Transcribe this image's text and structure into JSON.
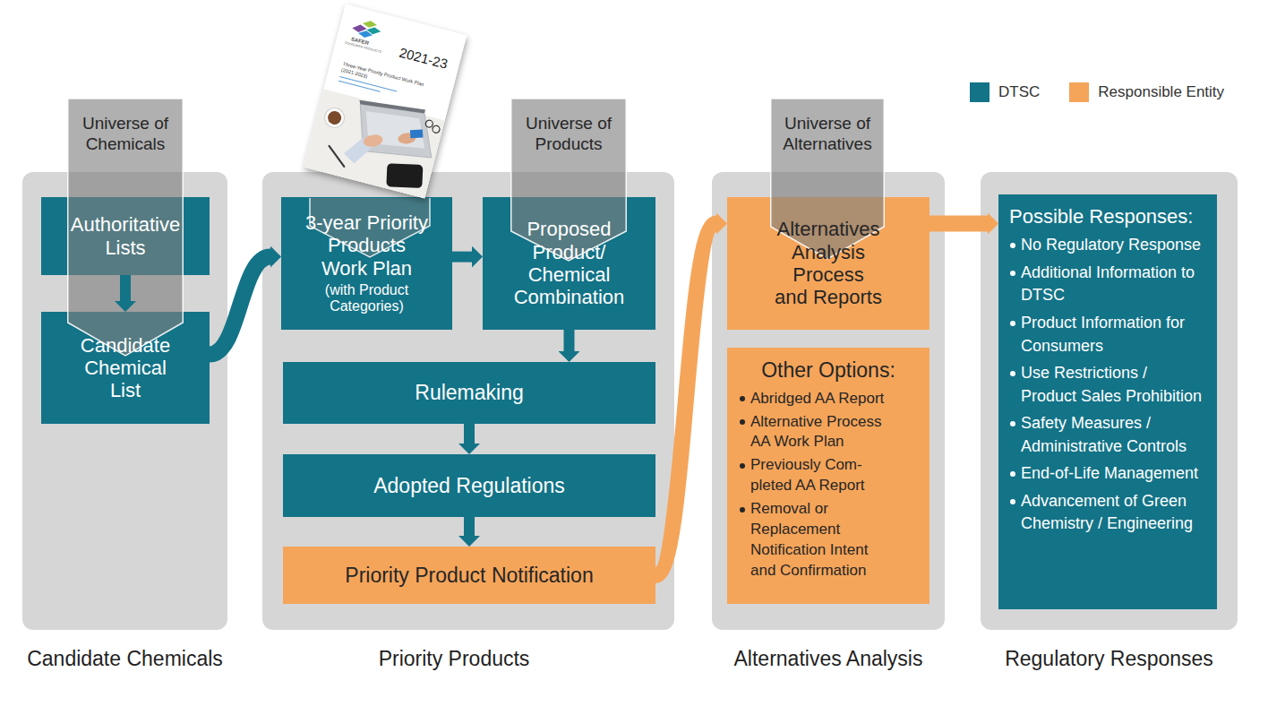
{
  "diagram": {
    "nodes": [
      {
        "text": [
          "Candidate Chemicals"
        ]
      },
      {
        "text": [
          "Universe of Chemicals"
        ]
      },
      {
        "text": [
          "Authoritative Lists"
        ],
        "in": 0
      },
      {
        "text": [
          "Candidate Chemical List"
        ],
        "in": 0
      },
      {
        "text": [
          "Priority Products"
        ]
      },
      {
        "text": [
          "3-year Priority Products Work Plan",
          "(with Product Categories)"
        ],
        "in": 4
      },
      {
        "text": [
          "Universe of Products"
        ]
      },
      {
        "text": [
          "Proposed Product/ Chemical Combination"
        ],
        "in": 4
      },
      {
        "text": [
          "Rulemaking"
        ],
        "in": 4
      },
      {
        "text": [
          "Adopted Regulations"
        ],
        "in": 4
      },
      {
        "text": [
          "Priority Product Notification"
        ],
        "in": 4
      },
      {
        "text": [
          "Alternatives Analysis"
        ]
      },
      {
        "text": [
          "Universe of Alternatives"
        ]
      },
      {
        "text": [
          "Alternatives Analysis Process and Reports"
        ],
        "in": 11
      },
      {
        "text": [
          "Other Options:",
          "Abridged AA Report",
          "Alternative Process AA Work Plan",
          "Previously Com- pleted AA Report",
          "Removal or Replacement Notification Intent and Confirmation"
        ],
        "in": 11
      },
      {
        "text": [
          "Regulatory Responses"
        ]
      },
      {
        "text": [
          "Possible Responses:",
          "No Regulatory Response",
          "Additional Information to DTSC",
          "Product Information for Consumers",
          "Use Restrictions / Product Sales Prohibition",
          "Safety Measures / Administrative Controls",
          "End-of-Life Management",
          "Advancement of Green Chemistry / Engineering"
        ],
        "in": 15
      }
    ],
    "edges": [
      {
        "from": 2,
        "to": 3,
        "arrow": "to"
      },
      {
        "from": 3,
        "to": 5,
        "arrow": "to"
      },
      {
        "from": 5,
        "to": 7,
        "arrow": "to"
      },
      {
        "from": 7,
        "to": 8,
        "arrow": "to"
      },
      {
        "from": 8,
        "to": 9,
        "arrow": "to"
      },
      {
        "from": 9,
        "to": 10,
        "arrow": "to"
      },
      {
        "from": 10,
        "to": 13,
        "arrow": "to"
      },
      {
        "from": 13,
        "to": 16,
        "arrow": "to"
      }
    ],
    "labels": [
      "SAFER",
      "CONSUMER PRODUCTS",
      "2021-23",
      "Three-Year Priority Product Work Plan (2021-2023)"
    ],
    "legend": [
      {
        "text": "DTSC",
        "color": "#137387"
      },
      {
        "text": "Responsible Entity",
        "color": "#f5a55a"
      }
    ]
  }
}
